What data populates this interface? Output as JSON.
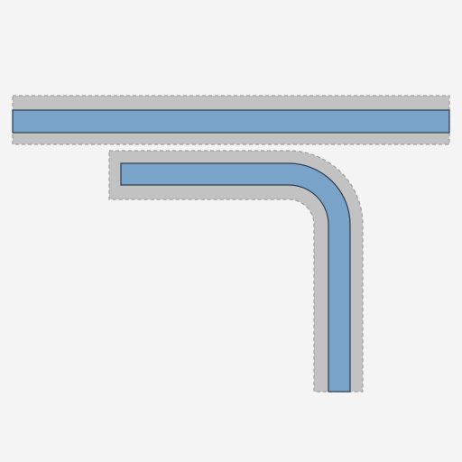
{
  "colors": {
    "background": "#f4f4f4",
    "clearance_fill": "#c2c2c2",
    "clearance_border": "#9e9e9e",
    "conductor_fill": "#7aa3c9",
    "conductor_border": "#2f3e4f"
  },
  "diagram": {
    "straight_segment": {
      "shape": "straight",
      "orientation": "horizontal"
    },
    "bent_segment": {
      "shape": "elbow",
      "bend_angle_deg": 90,
      "orientation": "horizontal-to-vertical-down"
    },
    "clearance_outline_style": "dashed"
  }
}
